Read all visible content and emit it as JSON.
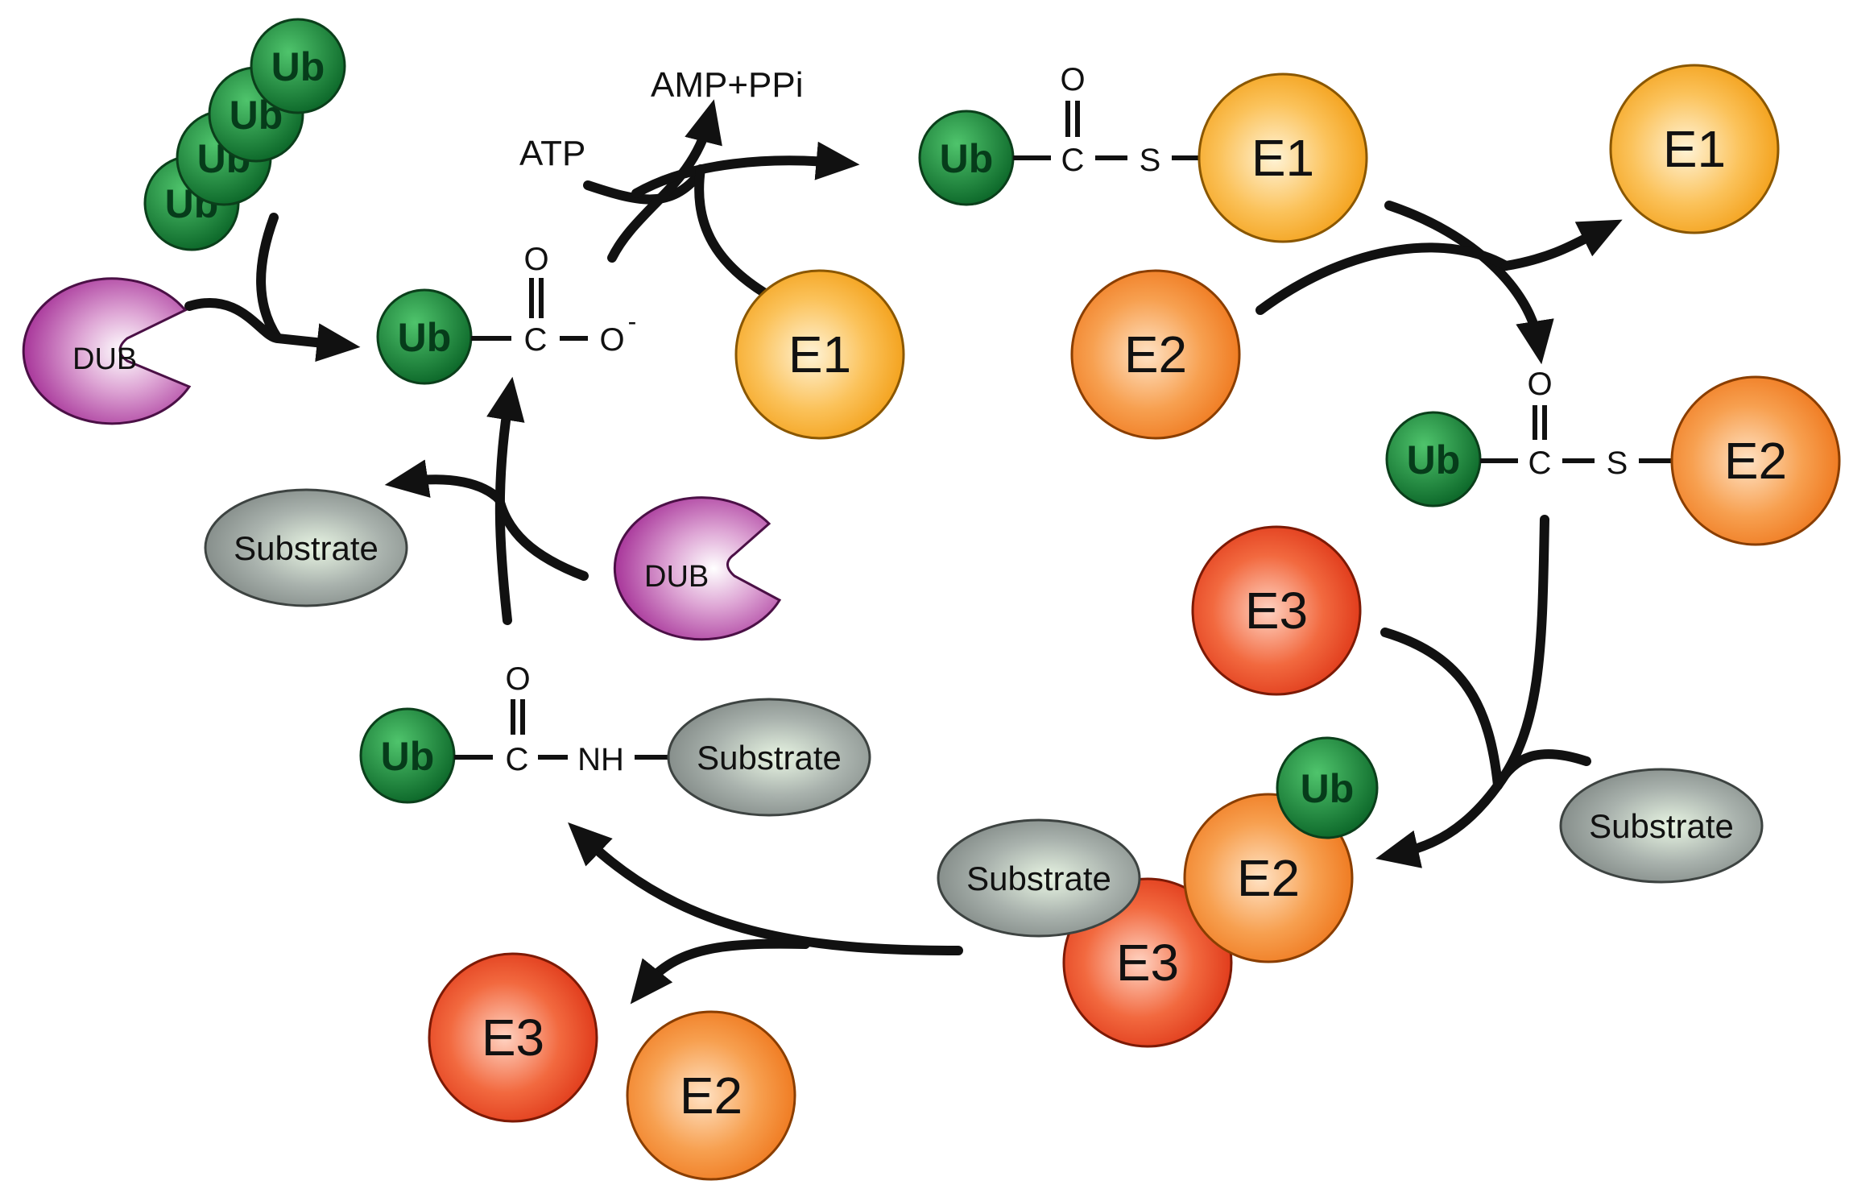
{
  "labels": {
    "ub": "Ub",
    "e1": "E1",
    "e2": "E2",
    "e3": "E3",
    "dub": "DUB",
    "substrate": "Substrate",
    "atp": "ATP",
    "amp_ppi": "AMP+PPi",
    "carbon": "C",
    "oxygen": "O",
    "sulfur": "S",
    "nh": "NH",
    "carboxylate": "O",
    "charge": "-"
  },
  "colors": {
    "ub": "#1f8a3c",
    "e1": "#f5a623",
    "e2": "#f28c28",
    "e3": "#e8432a",
    "dub": "#b0489f",
    "substrate": "#8e9593",
    "arrow": "#111111"
  }
}
